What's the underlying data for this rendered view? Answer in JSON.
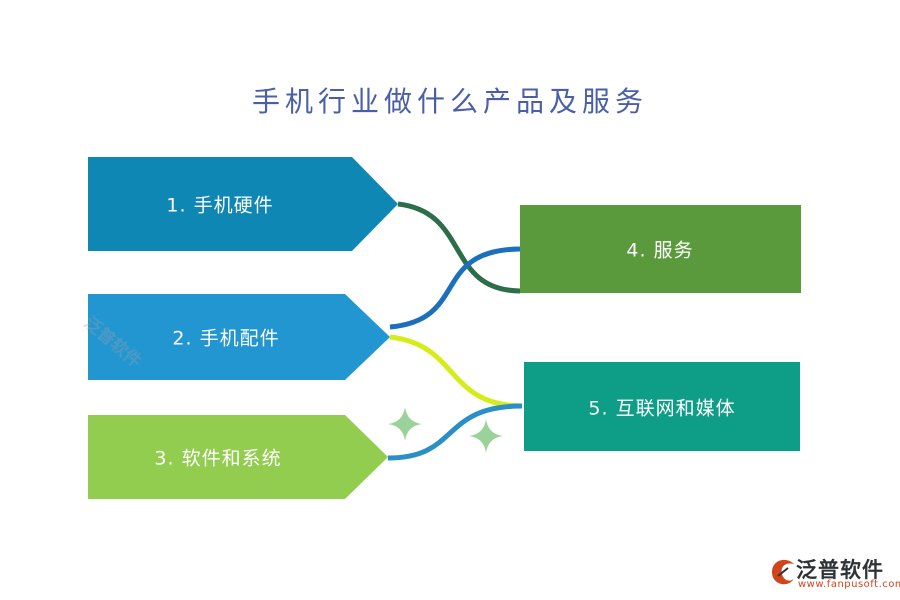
{
  "title": "手机行业做什么产品及服务",
  "items": [
    {
      "label": "1. 手机硬件",
      "color": "#0f87b4"
    },
    {
      "label": "2. 手机配件",
      "color": "#2296d0"
    },
    {
      "label": "3. 软件和系统",
      "color": "#92cd4f"
    },
    {
      "label": "4. 服务",
      "color": "#5a993c"
    },
    {
      "label": "5. 互联网和媒体",
      "color": "#0e9e87"
    }
  ],
  "connectors": {
    "c1": "#2d6e4a",
    "c2": "#1a6fbf",
    "c3": "#d6ec1a",
    "c4": "#2a8fc7",
    "sparkle": "#9ad29a"
  },
  "watermark": "泛普软件",
  "logo": {
    "name": "泛普软件",
    "url": "www.fanpusoft.com",
    "brand_color": "#d1451c"
  }
}
